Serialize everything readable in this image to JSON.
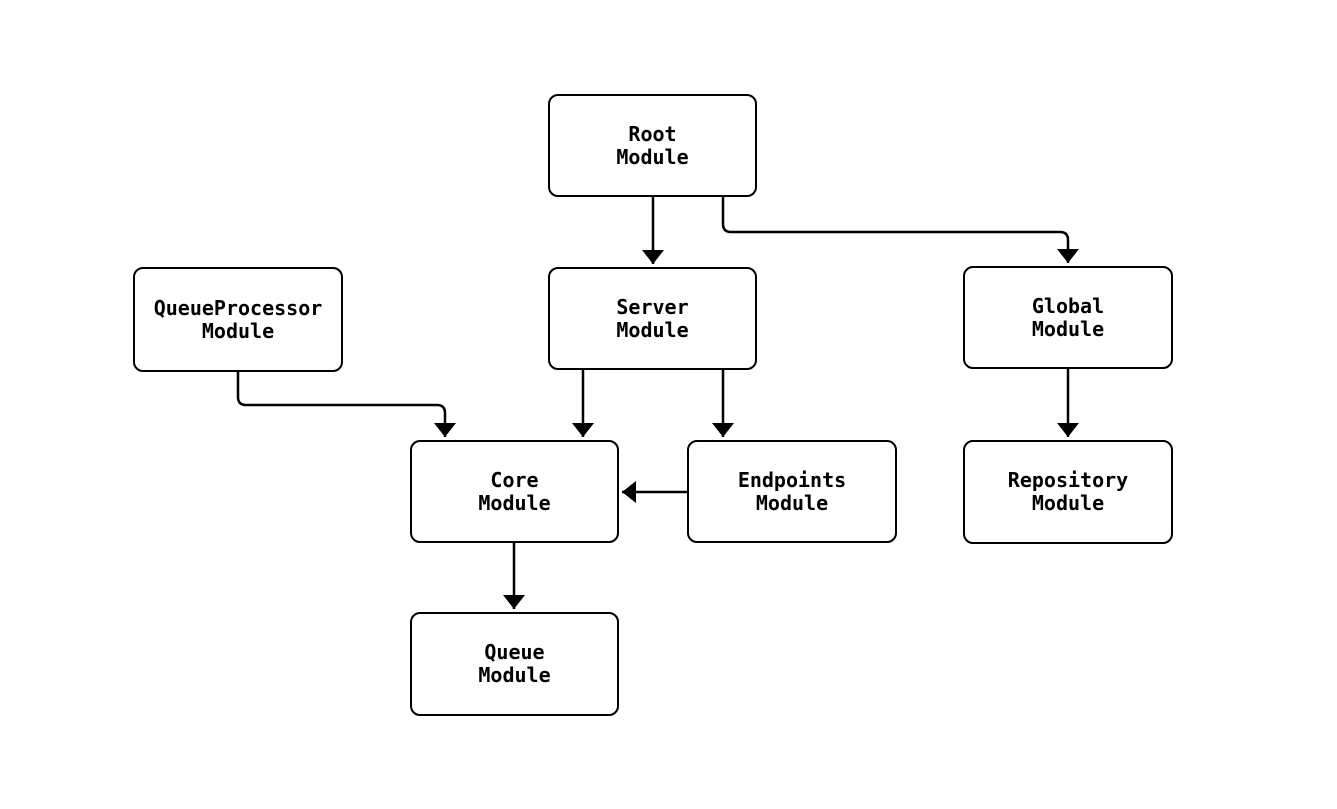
{
  "diagram": {
    "background_color": "#ffffff",
    "node_fill_color": "#ffffff",
    "node_border_color": "#000000",
    "edge_color": "#000000",
    "text_color": "#000000",
    "nodes": [
      {
        "id": "root",
        "label": "Root\nModule"
      },
      {
        "id": "server",
        "label": "Server\nModule"
      },
      {
        "id": "global",
        "label": "Global\nModule"
      },
      {
        "id": "queueprocessor",
        "label": "QueueProcessor\nModule"
      },
      {
        "id": "core",
        "label": "Core\nModule"
      },
      {
        "id": "endpoints",
        "label": "Endpoints\nModule"
      },
      {
        "id": "repository",
        "label": "Repository\nModule"
      },
      {
        "id": "queue",
        "label": "Queue\nModule"
      }
    ],
    "edges": [
      {
        "from": "root",
        "to": "server"
      },
      {
        "from": "root",
        "to": "global"
      },
      {
        "from": "queueprocessor",
        "to": "core"
      },
      {
        "from": "server",
        "to": "core"
      },
      {
        "from": "server",
        "to": "endpoints"
      },
      {
        "from": "endpoints",
        "to": "core"
      },
      {
        "from": "global",
        "to": "repository"
      },
      {
        "from": "core",
        "to": "queue"
      }
    ]
  }
}
